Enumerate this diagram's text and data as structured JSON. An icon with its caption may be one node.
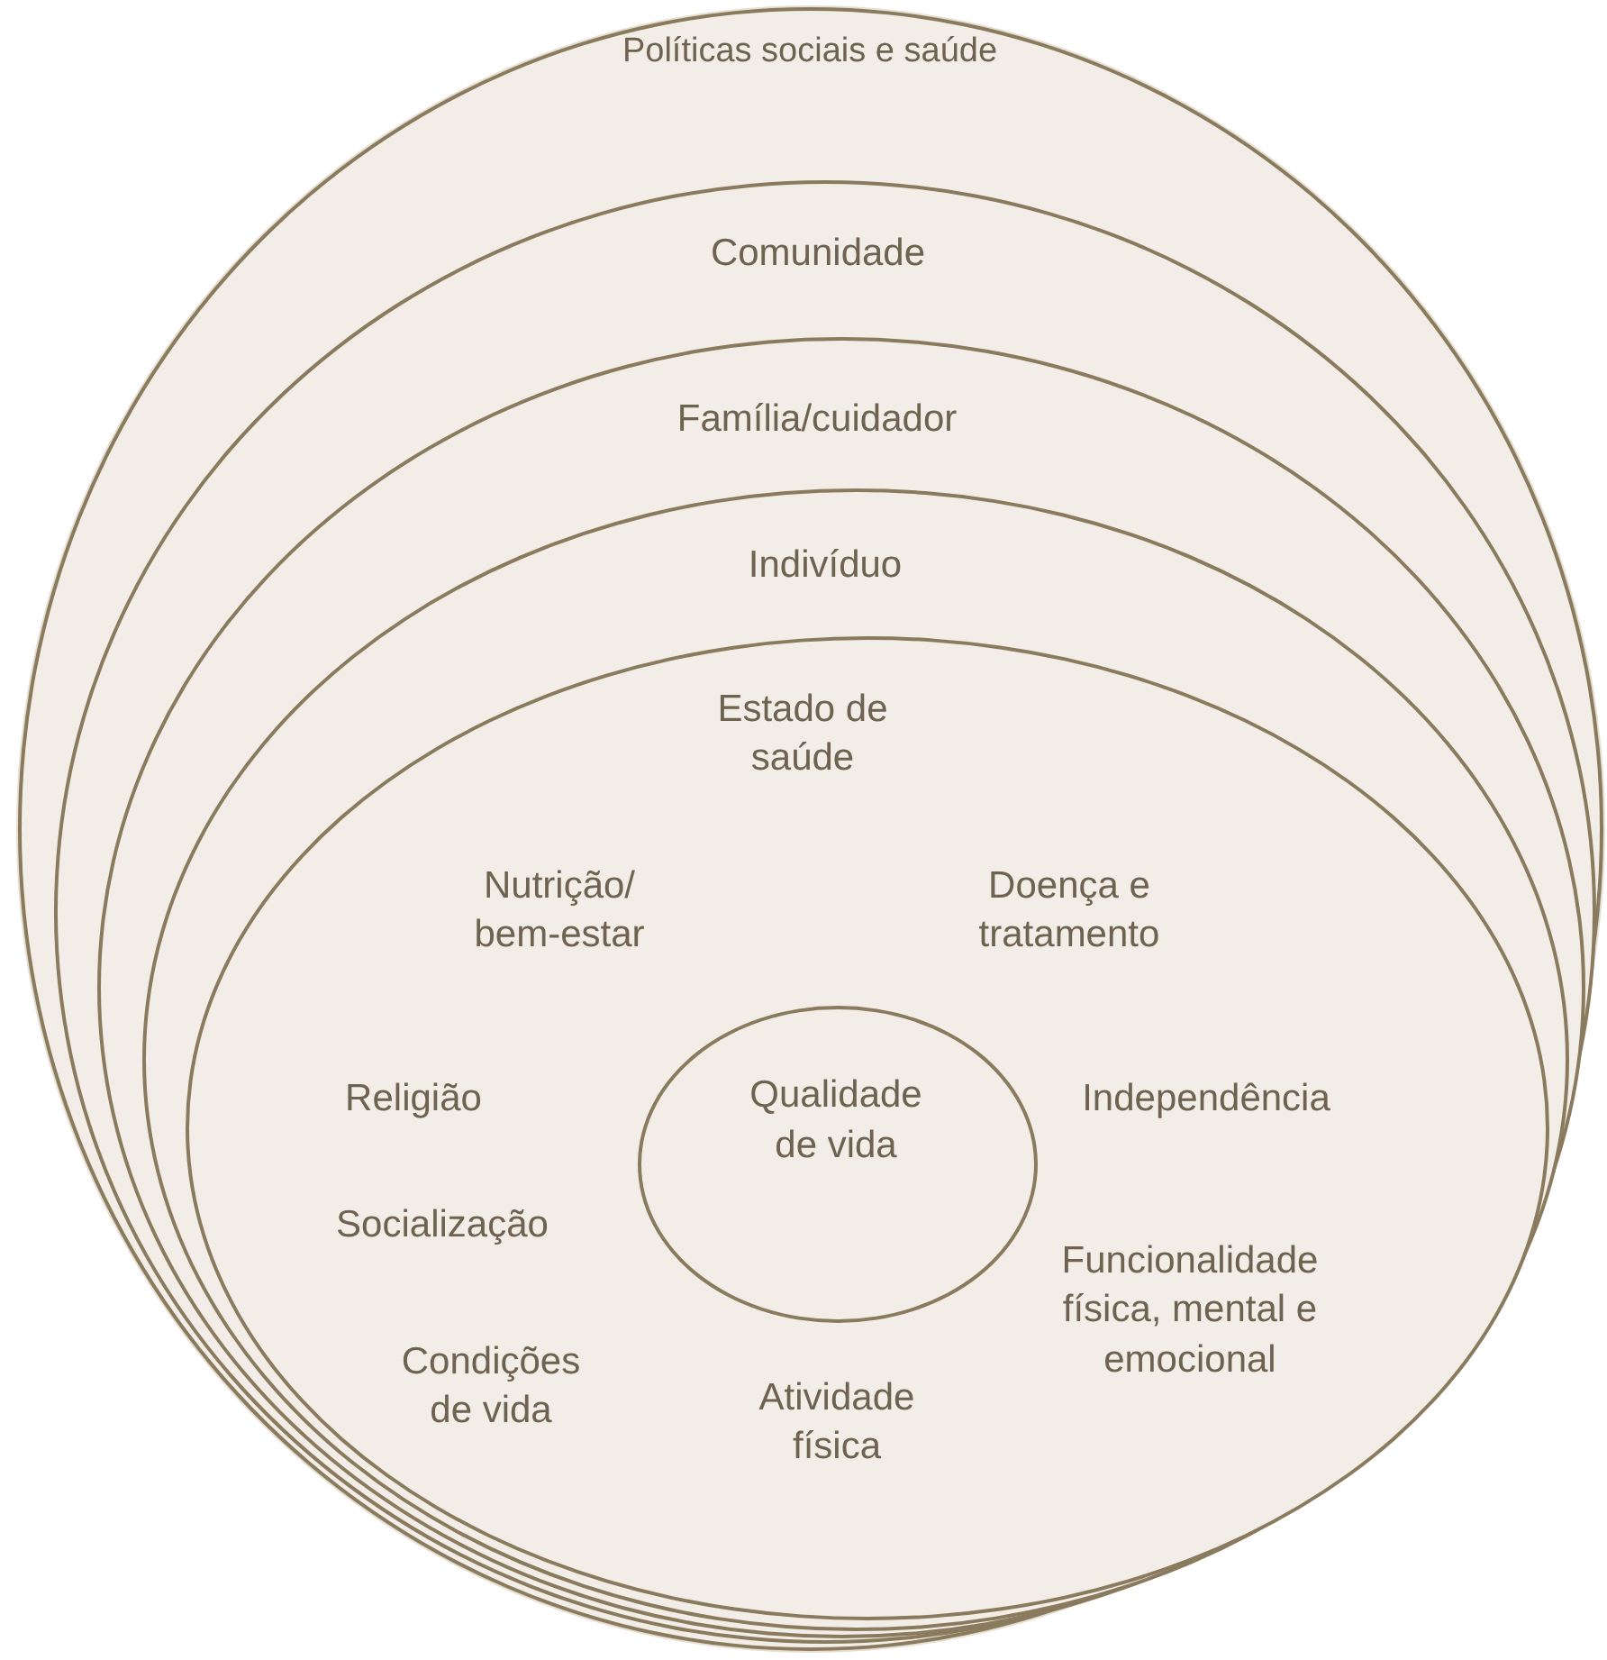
{
  "diagram": {
    "nodes": [
      {
        "text": [
          "Políticas sociais e saúde"
        ]
      },
      {
        "text": [
          "Comunidade"
        ],
        "in": 0
      },
      {
        "text": [
          "Família/cuidador"
        ],
        "in": 1
      },
      {
        "text": [
          "Indivíduo"
        ],
        "in": 2
      },
      {
        "text": [
          "Estado de saúde",
          "Nutrição/ bem-estar",
          "Doença e tratamento",
          "Religião",
          "Independência",
          "Socialização",
          "Funcionalidade física, mental e emocional",
          "Condições de vida",
          "Atividade física"
        ],
        "in": 3
      },
      {
        "text": [
          "Qualidade de vida"
        ],
        "in": 4
      }
    ]
  }
}
